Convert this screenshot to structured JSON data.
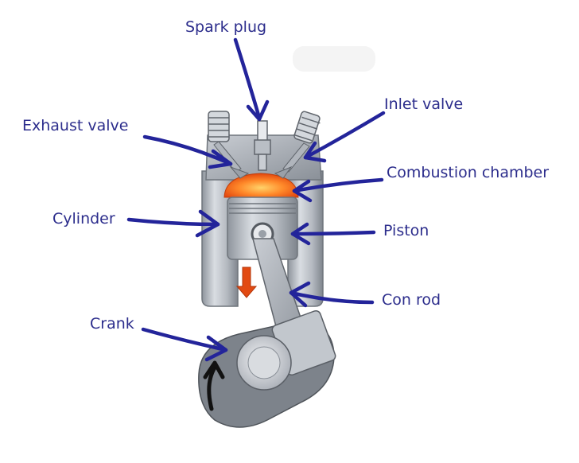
{
  "labels": {
    "spark_plug": "Spark plug",
    "exhaust_valve": "Exhaust valve",
    "inlet_valve": "Inlet valve",
    "combustion_chamber": "Combustion chamber",
    "cylinder": "Cylinder",
    "piston": "Piston",
    "con_rod": "Con rod",
    "crank": "Crank"
  },
  "colors": {
    "label_text": "#2c2d8c",
    "arrow": "#23249a",
    "metal": "#a9aeb6",
    "combustion": "#f06a1e",
    "motion_arrow": "#e24a12"
  }
}
